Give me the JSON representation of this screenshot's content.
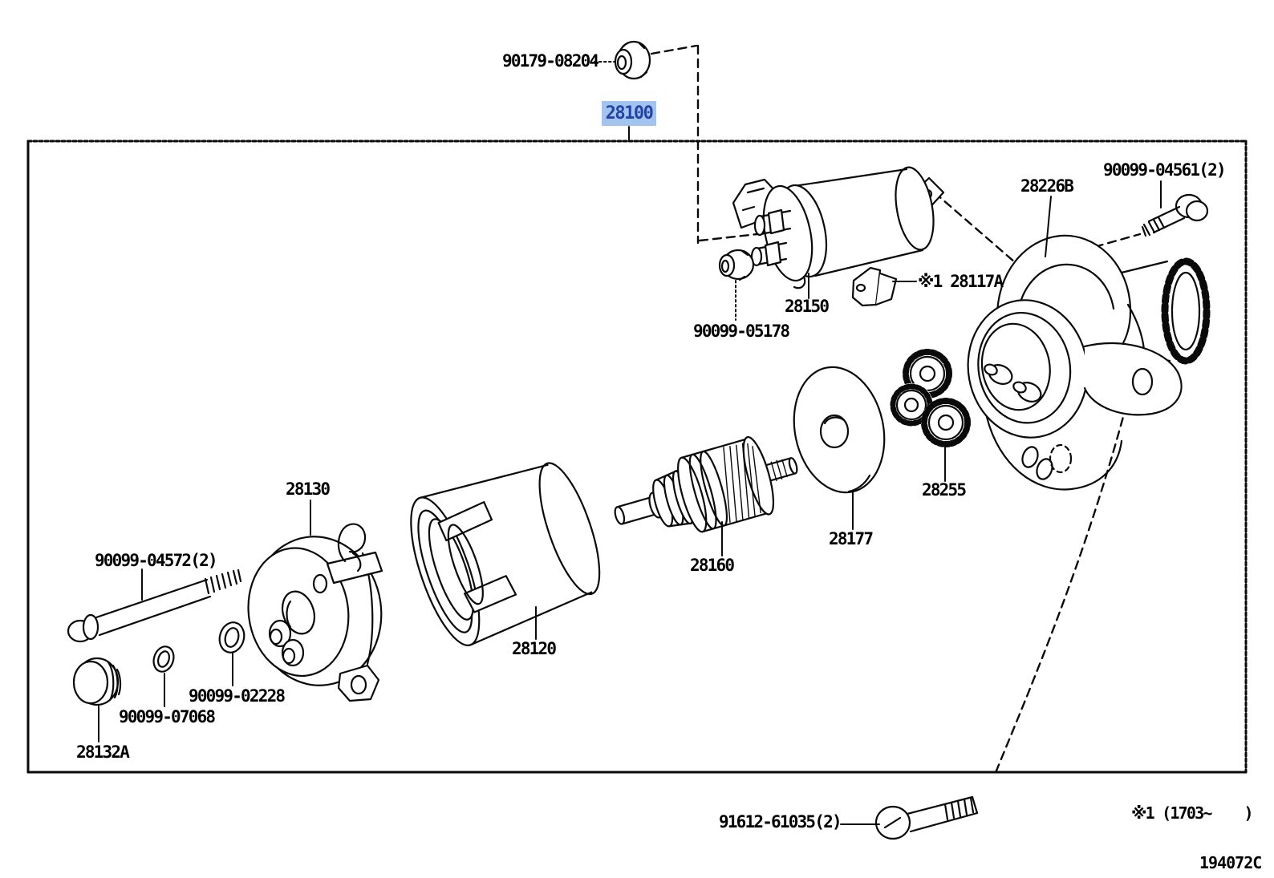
{
  "diagram": {
    "type": "parts-exploded-diagram",
    "subject": "starter-assembly",
    "main_part_highlighted": "28100",
    "footnote": "※1 (1703~    )",
    "drawing_code": "194072C",
    "colors": {
      "highlight_bg": "#a3c4ef",
      "highlight_text": "#2343a6",
      "line": "#000000"
    }
  },
  "labels": {
    "p90179_08204": "90179-08204",
    "p28100": "28100",
    "p90099_04561": "90099-04561(2)",
    "p28226b": "28226B",
    "p28117a": "※1 28117A",
    "p28150": "28150",
    "p90099_05178": "90099-05178",
    "p28255": "28255",
    "p28177": "28177",
    "p28160": "28160",
    "p28120": "28120",
    "p28130": "28130",
    "p90099_04572": "90099-04572(2)",
    "p90099_02228": "90099-02228",
    "p90099_07068": "90099-07068",
    "p28132a": "28132A",
    "p91612_61035": "91612-61035(2)"
  }
}
